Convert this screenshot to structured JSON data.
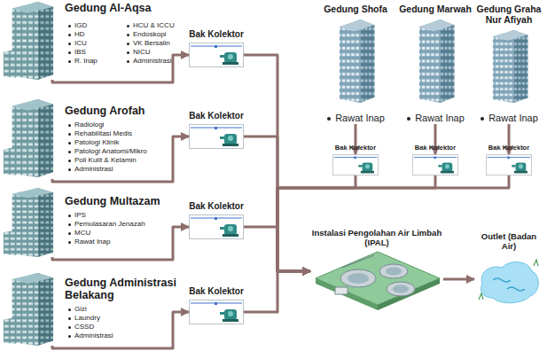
{
  "diagram": {
    "nodes": [
      {
        "text": [
          "Gedung Al-Aqsa",
          "IGD",
          "HD",
          "ICU",
          "IBS",
          "R. Inap",
          "HCU & ICCU",
          "Endoskopi",
          "VK Bersalin",
          "NICU",
          "Administrasi"
        ]
      },
      {
        "text": [
          "Bak Kolektor"
        ]
      },
      {
        "text": [
          "Gedung Arofah",
          "Radiologi",
          "Rehabilitasi Medis",
          "Patologi Klinik",
          "Patologi Anatomi/Mikro",
          "Poli Kulit & Kelamin",
          "Administrasi"
        ]
      },
      {
        "text": [
          "Bak Kolektor"
        ]
      },
      {
        "text": [
          "Gedung Multazam",
          "IPS",
          "Pemulasaran Jenazah",
          "MCU",
          "Rawat Inap"
        ]
      },
      {
        "text": [
          "Bak Kolektor"
        ]
      },
      {
        "text": [
          "Gedung Administrasi Belakang",
          "Gizi",
          "Laundry",
          "CSSD",
          "Administrasi"
        ]
      },
      {
        "text": [
          "Bak Kolektor"
        ]
      },
      {
        "text": [
          "Gedung Shofa",
          "Rawat Inap"
        ]
      },
      {
        "text": [
          "Gedung Marwah",
          "Rawat Inap"
        ]
      },
      {
        "text": [
          "Gedung Graha Nur Afiyah",
          "Rawat Inap"
        ]
      },
      {
        "text": [
          "Bak Kolektor"
        ]
      },
      {
        "text": [
          "Bak Kolektor"
        ]
      },
      {
        "text": [
          "Bak Kolektor"
        ]
      },
      {
        "text": [
          "Instalasi Pengolahan Air Limbah (IPAL)"
        ]
      },
      {
        "text": [
          "Outlet (Badan Air)"
        ]
      }
    ],
    "edges": [
      {
        "from": 0,
        "to": 1,
        "arrow": "to"
      },
      {
        "from": 2,
        "to": 3,
        "arrow": "to"
      },
      {
        "from": 4,
        "to": 5,
        "arrow": "to"
      },
      {
        "from": 6,
        "to": 7,
        "arrow": "to"
      },
      {
        "from": 8,
        "to": 11,
        "arrow": "to"
      },
      {
        "from": 9,
        "to": 12,
        "arrow": "to"
      },
      {
        "from": 10,
        "to": 13,
        "arrow": "to"
      },
      {
        "from": 1,
        "to": 14,
        "arrow": "to"
      },
      {
        "from": 3,
        "to": 14,
        "arrow": "to"
      },
      {
        "from": 5,
        "to": 14,
        "arrow": "to"
      },
      {
        "from": 7,
        "to": 14,
        "arrow": "to"
      },
      {
        "from": 11,
        "to": 14,
        "arrow": "to"
      },
      {
        "from": 12,
        "to": 14,
        "arrow": "to"
      },
      {
        "from": 13,
        "to": 14,
        "arrow": "to"
      },
      {
        "from": 14,
        "to": 15,
        "arrow": "to"
      }
    ]
  }
}
